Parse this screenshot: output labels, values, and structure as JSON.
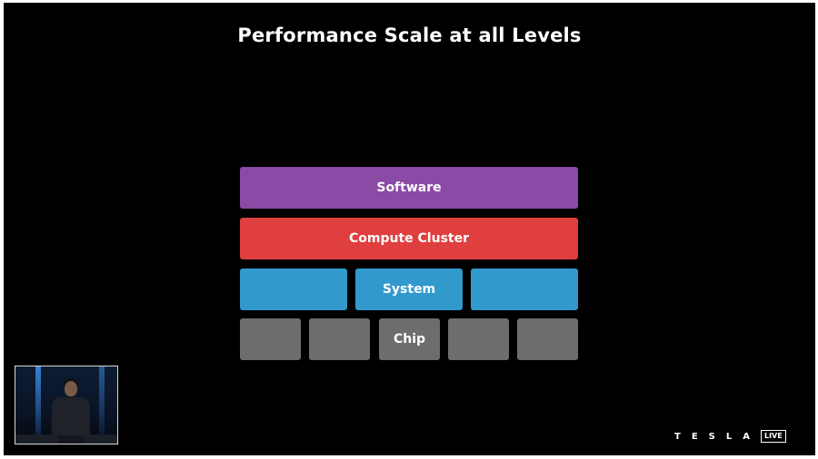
{
  "slide": {
    "title": "Performance Scale at all Levels"
  },
  "diagram": {
    "layers": [
      {
        "name": "software",
        "label": "Software",
        "color": "#8a4aa5"
      },
      {
        "name": "compute-cluster",
        "label": "Compute Cluster",
        "color": "#e03f3f"
      },
      {
        "name": "system",
        "label": "System",
        "color": "#3299cd",
        "count": 3
      },
      {
        "name": "chip",
        "label": "Chip",
        "color": "#6d6d6d",
        "count": 5
      }
    ]
  },
  "branding": {
    "wordmark": "TESLA",
    "badge": "LIVE"
  },
  "colors": {
    "background": "#000000",
    "text": "#ffffff"
  }
}
